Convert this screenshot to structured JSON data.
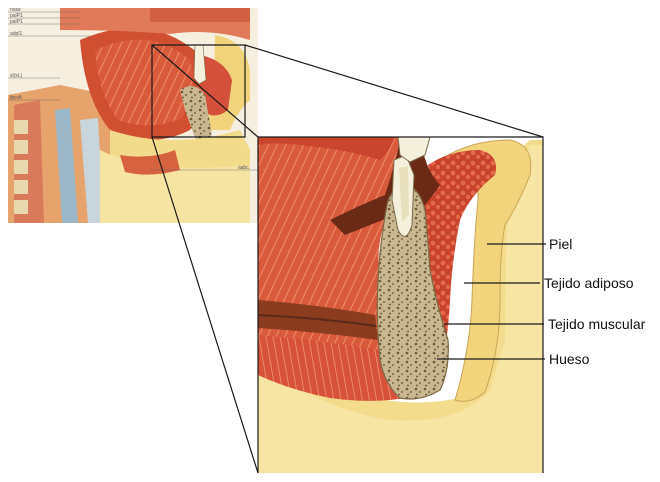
{
  "labels": {
    "piel": "Piel",
    "tejido_adiposo": "Tejido adiposo",
    "tejido_muscular": "Tejido muscular",
    "hueso": "Hueso"
  },
  "thumbnail_labels": [
    "nose",
    "palP1",
    "palP1",
    "adpl1",
    "sl(xL)",
    "fpcrA",
    "aabc"
  ],
  "colors": {
    "skin": "#f3dc8c",
    "fat": "#f7e9a8",
    "muscle": "#d9553a",
    "muscle_dark": "#b8361f",
    "bone": "#c4b38e",
    "bone_dark": "#7d6a44",
    "tooth": "#f4f0dc",
    "dark_tissue": "#5a2a1a",
    "line": "#1a1a1a"
  }
}
